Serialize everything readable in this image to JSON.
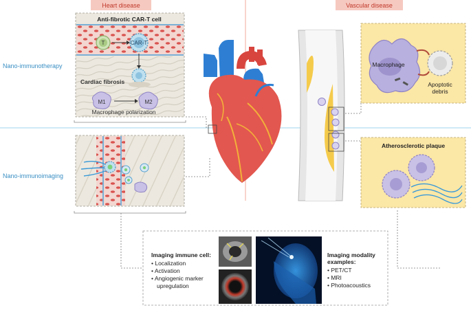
{
  "headers": {
    "heart_disease": "Heart disease",
    "vascular_disease": "Vascular disease"
  },
  "rows": {
    "immunotherapy": "Nano-immunotherapy",
    "immunoimaging": "Nano-immunoimaging"
  },
  "fibrosis_panel": {
    "title": "Anti-fibrotic CAR-T cell",
    "t_cell": "T",
    "car_t_cell": "CAR-T",
    "cardiac_fibrosis": "Cardiac fibrosis",
    "m1": "M1",
    "m2": "M2",
    "macrophage_polarization": "Macrophage polarization"
  },
  "macrophage_panel": {
    "macrophage": "Macrophage",
    "apoptotic_debris_line1": "Apoptotic",
    "apoptotic_debris_line2": "debris"
  },
  "plaque_panel": {
    "title": "Atherosclerotic plaque"
  },
  "imaging_box": {
    "title": "Imaging immune cell:",
    "bullets": [
      "• Localization",
      "• Activation",
      "• Angiogenic marker",
      "upregulation"
    ],
    "modality_title_line1": "Imaging modality",
    "modality_title_line2": "examples:",
    "modality_bullets": [
      "• PET/CT",
      "• MRI",
      "• Photoacoustics"
    ]
  },
  "colors": {
    "header_bg": "#f6c9c0",
    "header_text": "#c0392b",
    "row_label": "#3a8fc4",
    "blue_divider": "#9cd3ec",
    "pink_divider": "#f0a99d",
    "panel_left_bg": "#ece8df",
    "panel_right_bg": "#fbe7a6",
    "macrophage_purple": "#b8b0de",
    "heart_red": "#d8453e",
    "vessel_blue": "#2e7fd3"
  }
}
